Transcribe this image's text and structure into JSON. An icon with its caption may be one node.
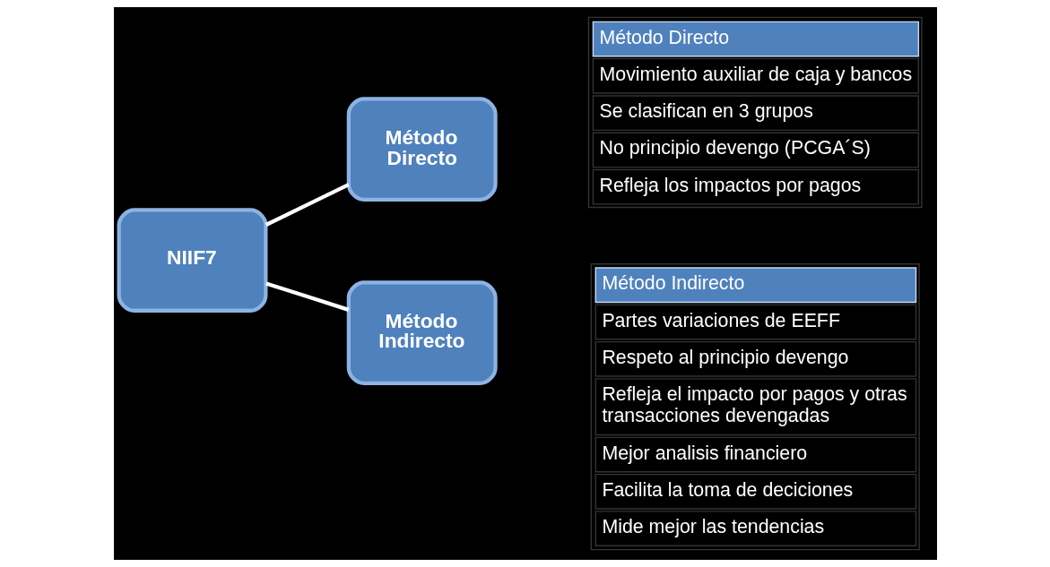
{
  "diagram": {
    "nodes": [
      {
        "text": [
          "NIIF7"
        ]
      },
      {
        "text": [
          "Método Directo"
        ]
      },
      {
        "text": [
          "Método Indirecto"
        ]
      },
      {
        "text": [
          "Método Directo",
          "Movimiento auxiliar de caja y bancos",
          "Se clasifican en 3 grupos",
          "No principio devengo (PCGA´S)",
          "Refleja los impactos por pagos"
        ]
      },
      {
        "text": [
          "Método Indirecto",
          "Partes variaciones de EEFF",
          "Respeto al principio devengo",
          "Refleja el impacto por pagos y otras transacciones devengadas",
          "Mejor analisis financiero",
          "Facilita la toma de deciciones",
          "Mide mejor las tendencias"
        ]
      }
    ],
    "edges": [
      {
        "from": 0,
        "to": 1,
        "arrow": "none"
      },
      {
        "from": 0,
        "to": 2,
        "arrow": "none"
      }
    ]
  }
}
